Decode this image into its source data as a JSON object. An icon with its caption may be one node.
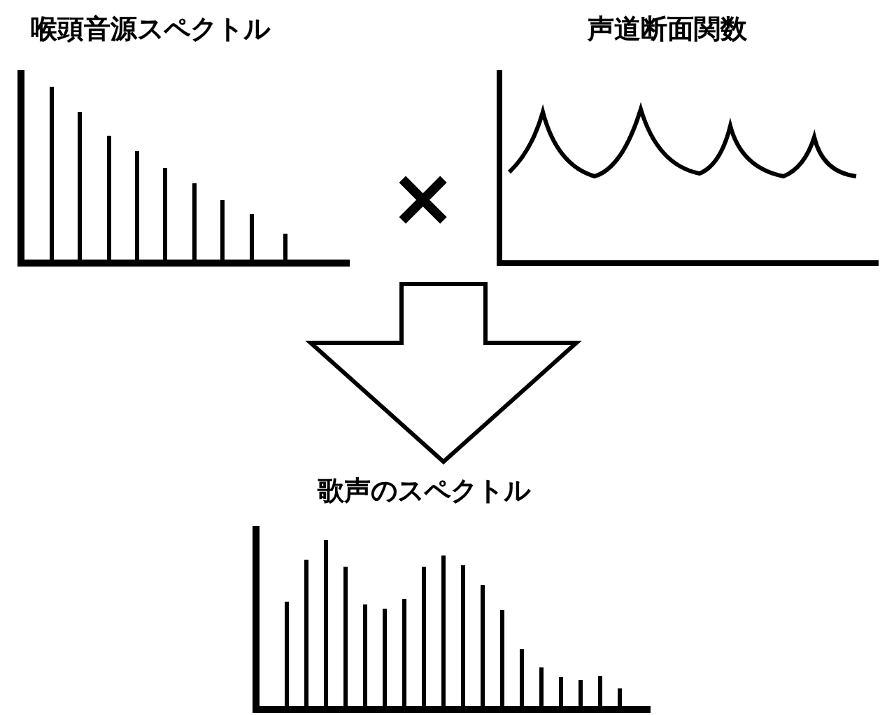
{
  "diagram": {
    "nodes": [
      {
        "text": [
          "喉頭音源スペクトル"
        ]
      },
      {
        "text": [
          "声道断面関数"
        ]
      },
      {
        "text": [
          "歌声のスペクトル"
        ]
      }
    ],
    "edges": [
      {
        "from": 0,
        "to": 2,
        "arrow": "to"
      },
      {
        "from": 1,
        "to": 2,
        "arrow": "to"
      }
    ],
    "labels": [
      "×"
    ]
  }
}
